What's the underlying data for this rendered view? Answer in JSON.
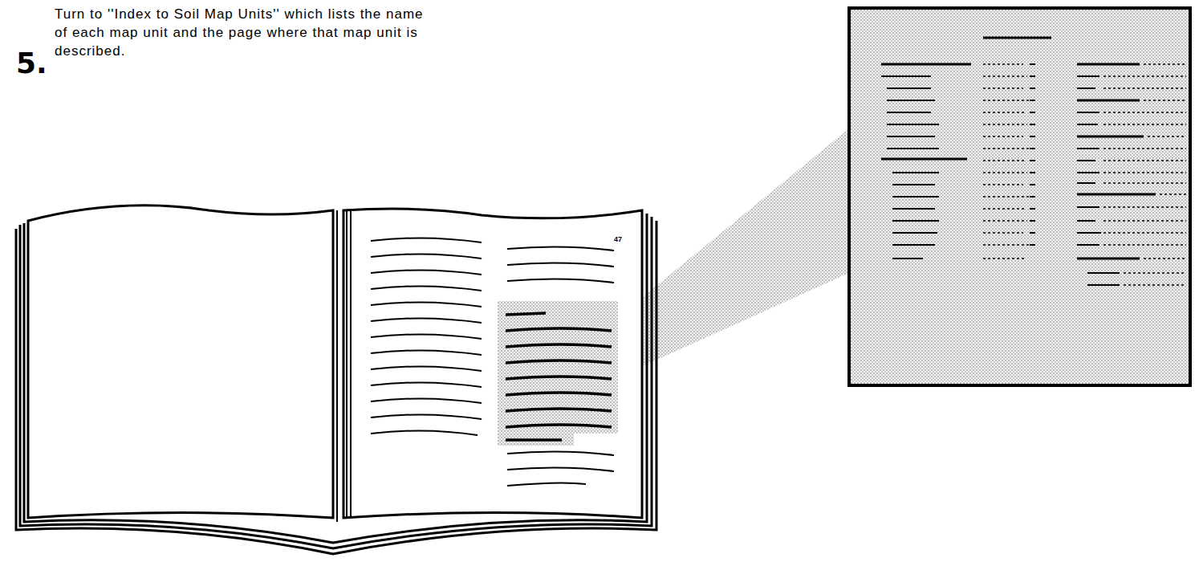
{
  "diagram": {
    "labels": [
      "5.",
      "Turn to ''Index to Soil Map Units'' which lists the name of each map unit and the page where that map unit is described.",
      "47"
    ]
  }
}
